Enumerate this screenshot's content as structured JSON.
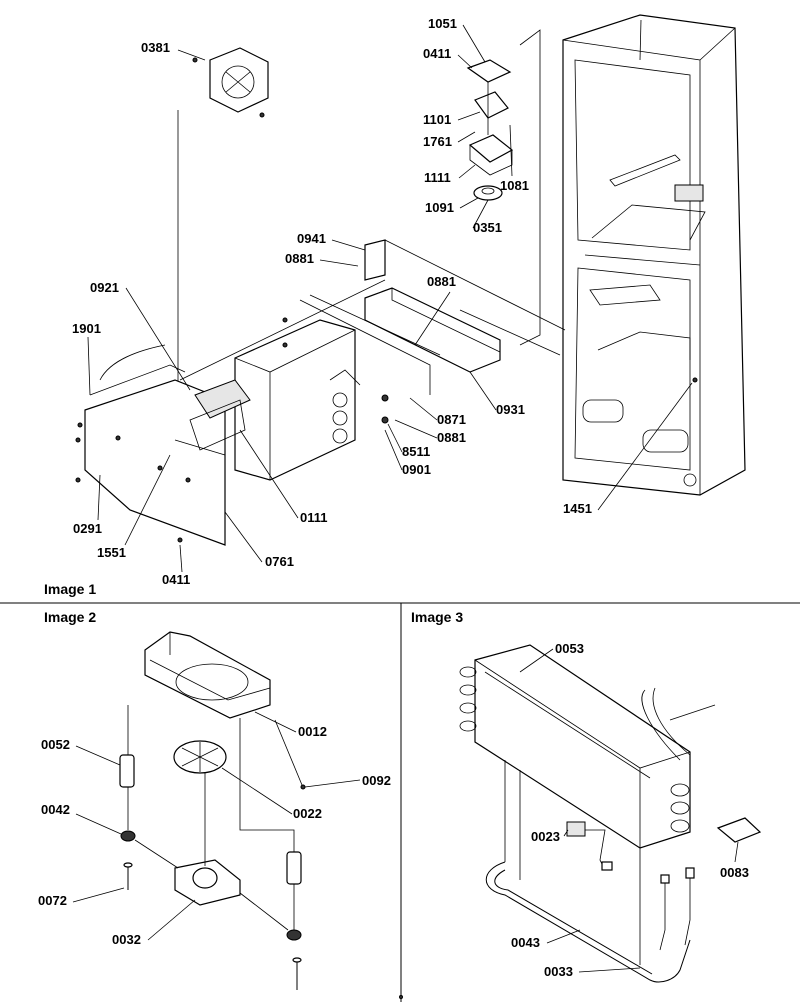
{
  "panels": [
    {
      "title": "Image 1"
    },
    {
      "title": "Image 2"
    },
    {
      "title": "Image 3"
    }
  ],
  "image1_labels": [
    "0381",
    "1051",
    "0411",
    "1101",
    "1761",
    "1111",
    "1081",
    "1091",
    "0351",
    "0941",
    "0881",
    "0921",
    "0881",
    "1901",
    "0871",
    "0931",
    "0881",
    "8511",
    "0901",
    "0111",
    "0291",
    "1551",
    "0761",
    "0411",
    "1451"
  ],
  "image2_labels": [
    "0052",
    "0012",
    "0092",
    "0022",
    "0042",
    "0072",
    "0032"
  ],
  "image3_labels": [
    "0053",
    "0023",
    "0083",
    "0043",
    "0033"
  ]
}
